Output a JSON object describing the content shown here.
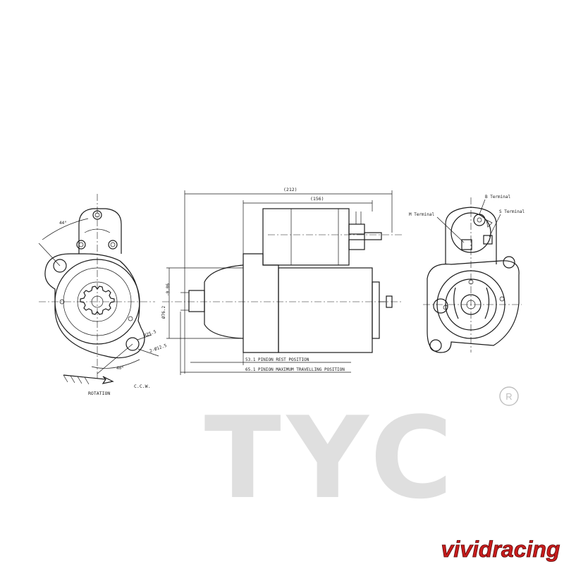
{
  "dimensions": {
    "overall_length": "(212)",
    "body_length": "(156)",
    "diameter": "Ø76.2",
    "diameter_tol": "-0.06",
    "pinion_rest": "53.1 PINION REST POSITION",
    "pinion_max": "65.1 PINION MAXIMUM TRAVELLING POSITION",
    "angle_top": "44°",
    "angle_bottom": "40°",
    "radius": "R25.5",
    "holes": "2-Ø12.5"
  },
  "rotation": {
    "label": "ROTATION",
    "direction": "C.C.W."
  },
  "terminals": {
    "b": "B Terminal",
    "m": "M Terminal",
    "s": "S Terminal"
  },
  "watermark": {
    "brand": "TYC",
    "registered": "R",
    "site": "vividracing"
  }
}
